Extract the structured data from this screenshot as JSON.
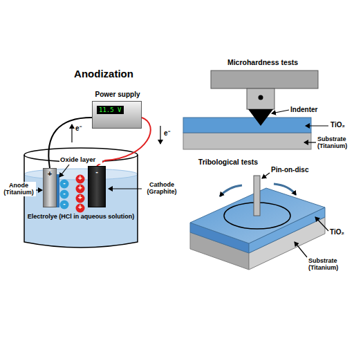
{
  "diagram": {
    "nodes": [
      {
        "text": [
          "Power supply",
          "11.5 V"
        ]
      },
      {
        "text": [
          "+"
        ]
      },
      {
        "text": [
          "-"
        ]
      }
    ],
    "edges": [
      {
        "from": 0,
        "to": 1,
        "arrow": "none"
      },
      {
        "from": 0,
        "to": 2,
        "arrow": "none"
      }
    ],
    "labels": [
      "Anodization",
      "e⁻",
      "e⁻",
      "Oxide layer",
      "Anode (Titanium)",
      "Cathode (Graphite)",
      "Electrolye (HCl in aqueous solution)",
      "-",
      "-",
      "-",
      "+",
      "+",
      "+",
      "+",
      "Microhardness tests",
      "Indenter",
      "TiO₂",
      "Substrate (Titanium)",
      "Tribological tests",
      "Pin-on-disc",
      "TiO₂",
      "Substrate (Titanium)"
    ]
  }
}
